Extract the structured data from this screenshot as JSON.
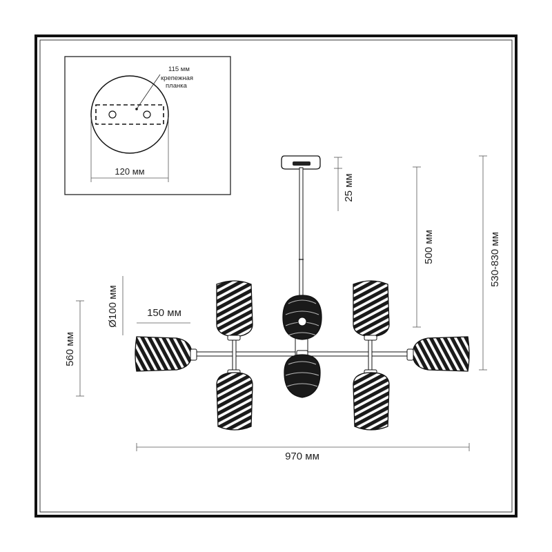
{
  "inset": {
    "dim_115": "115 мм",
    "label_line1": "крепежная",
    "label_line2": "планка",
    "dim_120": "120 мм"
  },
  "dimensions": {
    "dim_25": "25 мм",
    "dim_500": "500 мм",
    "dim_530_830": "530-830 мм",
    "dim_d100": "Ø100 мм",
    "dim_150": "150 мм",
    "dim_560": "560 мм",
    "dim_970": "970 мм"
  }
}
